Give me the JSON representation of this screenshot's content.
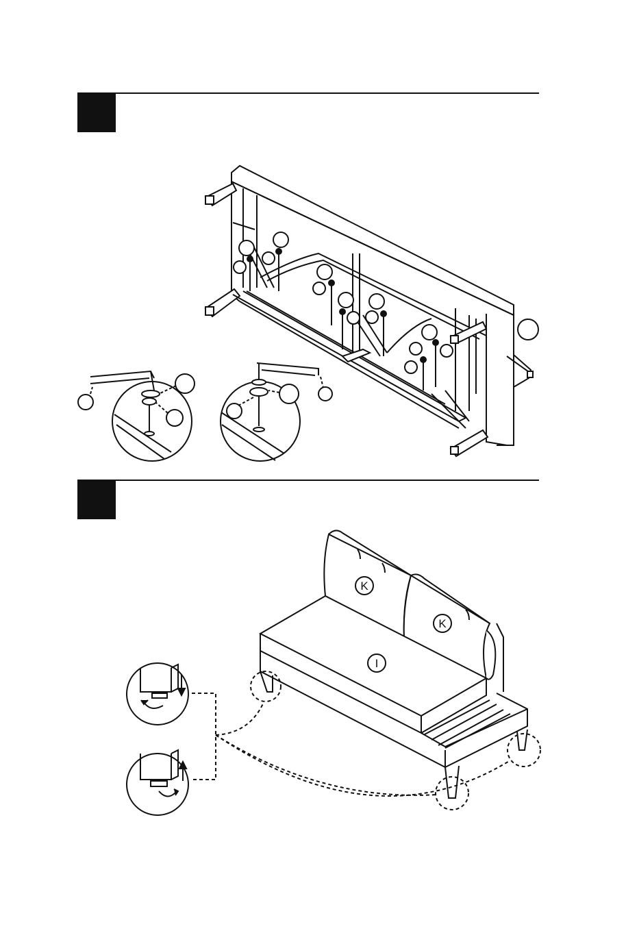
{
  "step1": {
    "callouts": {
      "back_cushion_left": "",
      "back_cushion_right": ""
    }
  },
  "step2": {
    "labels": {
      "back_cushion_left": "K",
      "back_cushion_right": "K",
      "seat_cushion": "I"
    },
    "icons": [
      "leveler-lower-icon",
      "leveler-raise-icon",
      "rotate-arrow-icon",
      "arrow-down-icon",
      "arrow-up-icon"
    ]
  }
}
